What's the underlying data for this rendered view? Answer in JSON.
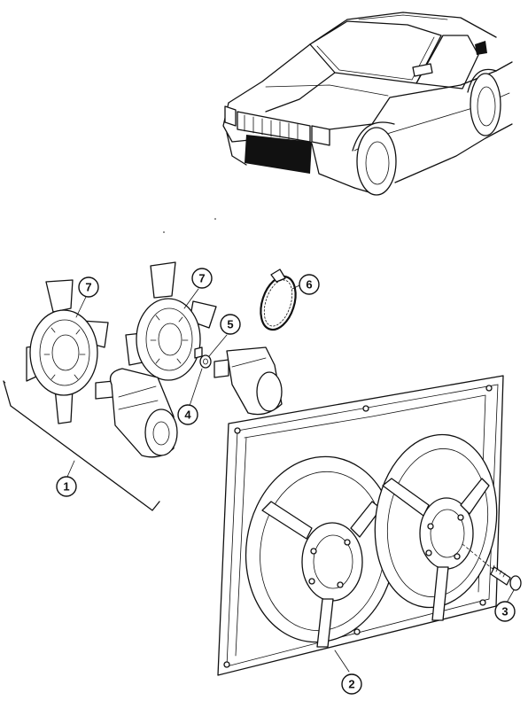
{
  "callouts": [
    {
      "id": "c1",
      "number": "1"
    },
    {
      "id": "c2",
      "number": "2"
    },
    {
      "id": "c3",
      "number": "3"
    },
    {
      "id": "c4",
      "number": "4"
    },
    {
      "id": "c5",
      "number": "5"
    },
    {
      "id": "c6",
      "number": "6"
    },
    {
      "id": "c7a",
      "number": "7"
    },
    {
      "id": "c7b",
      "number": "7"
    }
  ],
  "colors": {
    "line": "#111111",
    "background": "#ffffff"
  }
}
